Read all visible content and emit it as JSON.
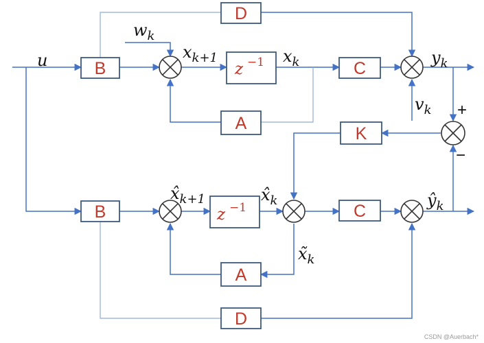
{
  "blocks": {
    "b_top": "B",
    "b_bottom": "B",
    "d_top": "D",
    "d_bottom": "D",
    "a_top": "A",
    "a_bottom": "A",
    "c_top": "C",
    "c_bottom": "C",
    "k_gain": "K",
    "delay_top": "z",
    "delay_top_exp": "−1",
    "delay_bottom": "z",
    "delay_bottom_exp": "−1"
  },
  "signals": {
    "u": "u",
    "w": "w",
    "w_sub": "k",
    "x_next": "x",
    "x_next_sub": "k+1",
    "x": "x",
    "x_sub": "k",
    "y": "y",
    "y_sub": "k",
    "v": "v",
    "v_sub": "k",
    "xhat_next": "x̂",
    "xhat_next_sub": "k+1",
    "xhat": "x̂",
    "xhat_sub": "k",
    "xtilde": "x̃",
    "xtilde_sub": "k",
    "yhat": "ŷ",
    "yhat_sub": "k"
  },
  "signs": {
    "plus": "+",
    "minus": "−"
  },
  "watermark": "CSDN @Auerbach*"
}
